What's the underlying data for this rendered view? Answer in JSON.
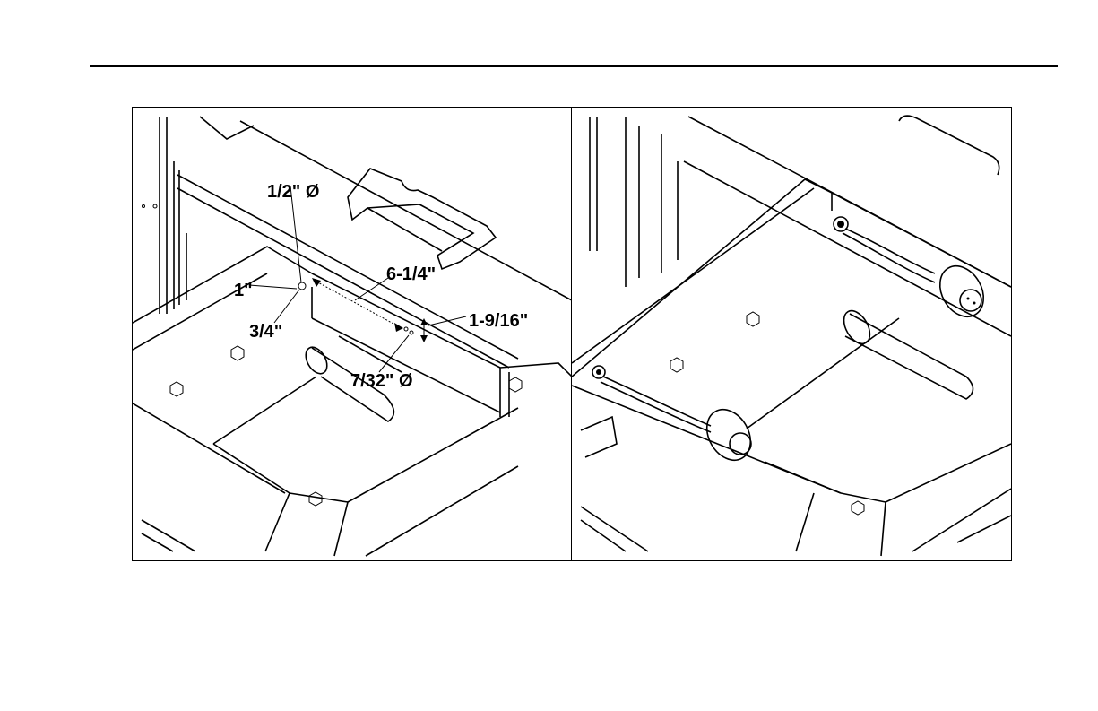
{
  "page": {
    "header_rule": true
  },
  "left_panel": {
    "callouts": {
      "hole_diameter": "1/2\" Ø",
      "top_offset": "1\"",
      "side_offset": "3/4\"",
      "hole_spacing": "6-1/4\"",
      "hole_height": "1-9/16\"",
      "small_hole_diameter": "7/32\" Ø"
    }
  },
  "right_panel": {
    "callouts": {}
  }
}
